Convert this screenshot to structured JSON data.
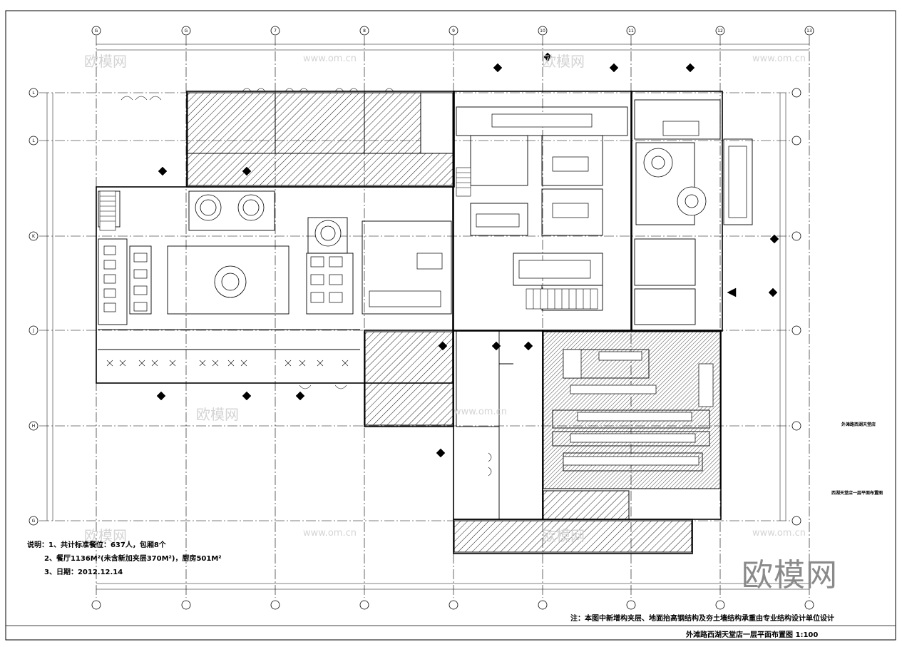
{
  "drawing": {
    "grid_columns_top": [
      "G",
      "G",
      "7",
      "8",
      "9",
      "10",
      "11",
      "12",
      "13"
    ],
    "grid_rows_left": [
      "L",
      "L",
      "K",
      "J",
      "H",
      "G"
    ],
    "notes": {
      "line1": "说明：1、共计标准餐位：637人，包厢8个",
      "line2": "2、餐厅1136M²(未含新加夹层370M²)，厨房501M²",
      "line3": "3、日期：2012.12.14"
    },
    "bottom_note": "注：本图中新增构夹层、地面抬高钢结构及夯土墙结构承重由专业结构设计单位设计",
    "sheet_title": "外滩路西湖天堂店一层平面布置图 1:100",
    "side_label_1": "外滩路西湖天堂店",
    "side_label_2": "西湖天堂店一层平面布置图",
    "logo_text": "欧模网",
    "watermarks": [
      "欧模网",
      "www.om.cn"
    ]
  }
}
